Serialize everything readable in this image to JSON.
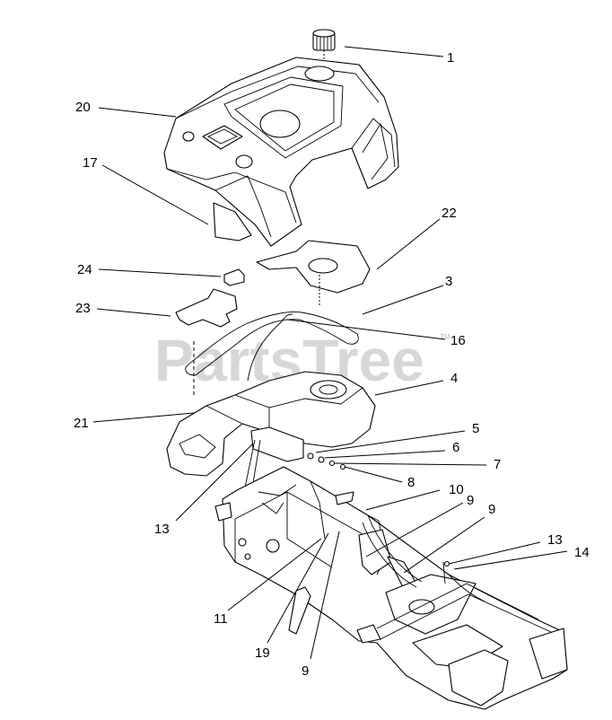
{
  "watermark": {
    "text": "PartsTree",
    "tm": "TM"
  },
  "callouts": [
    {
      "id": "c1",
      "label": "1"
    },
    {
      "id": "c20",
      "label": "20"
    },
    {
      "id": "c17",
      "label": "17"
    },
    {
      "id": "c22",
      "label": "22"
    },
    {
      "id": "c24",
      "label": "24"
    },
    {
      "id": "c3",
      "label": "3"
    },
    {
      "id": "c23",
      "label": "23"
    },
    {
      "id": "c16",
      "label": "16"
    },
    {
      "id": "c4",
      "label": "4"
    },
    {
      "id": "c21",
      "label": "21"
    },
    {
      "id": "c5",
      "label": "5"
    },
    {
      "id": "c6",
      "label": "6"
    },
    {
      "id": "c7",
      "label": "7"
    },
    {
      "id": "c8",
      "label": "8"
    },
    {
      "id": "c13a",
      "label": "13"
    },
    {
      "id": "c10",
      "label": "10"
    },
    {
      "id": "c9a",
      "label": "9"
    },
    {
      "id": "c9b",
      "label": "9"
    },
    {
      "id": "c13b",
      "label": "13"
    },
    {
      "id": "c14",
      "label": "14"
    },
    {
      "id": "c11",
      "label": "11"
    },
    {
      "id": "c19",
      "label": "19"
    },
    {
      "id": "c9c",
      "label": "9"
    }
  ]
}
